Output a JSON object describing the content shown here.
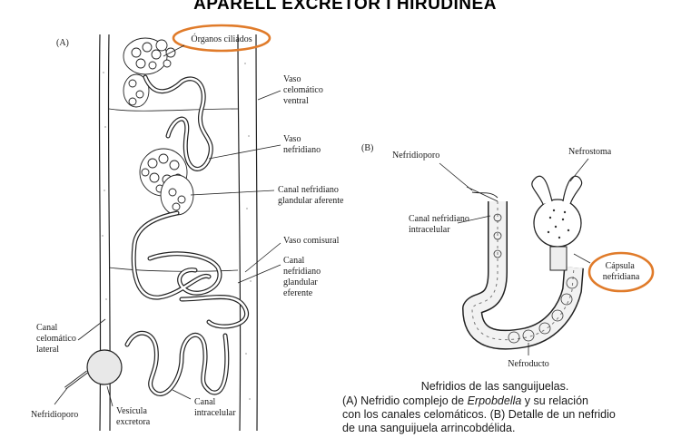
{
  "header": "APARELL EXCRETOR I HIRUDÍNEA",
  "panel_a": {
    "letter": "(A)",
    "labels": {
      "organos_ciliados": "Órganos ciliados",
      "vaso_celomatico_ventral": [
        "Vaso",
        "celomático",
        "ventral"
      ],
      "vaso_nefridiano": [
        "Vaso",
        "nefridiano"
      ],
      "canal_aferente": [
        "Canal nefridiano",
        "glandular aferente"
      ],
      "vaso_comisural": "Vaso comisural",
      "canal_eferente": [
        "Canal",
        "nefridiano",
        "glandular",
        "eferente"
      ],
      "canal_celomatico_lateral": [
        "Canal",
        "celomático",
        "lateral"
      ],
      "nefridioporo": "Nefridioporo",
      "vesicula_excretora": [
        "Vesícula",
        "excretora"
      ],
      "canal_intracelular": [
        "Canal",
        "intracelular"
      ]
    }
  },
  "panel_b": {
    "letter": "(B)",
    "labels": {
      "nefridioporo": "Nefridioporo",
      "nefrostoma": "Nefrostoma",
      "canal_intracelular": [
        "Canal nefridiano",
        "intracelular"
      ],
      "capsula_nefridiana": [
        "Cápsula",
        "nefridiana"
      ],
      "nefroducto": "Nefroducto"
    }
  },
  "caption": {
    "title": "Nefridios de las sanguijuelas.",
    "line1_pre": "(A) Nefridio complejo de ",
    "line1_italic": "Erpobdella",
    "line1_post": " y su relación",
    "line2": "con los canales celomáticos. (B) Detalle de un nefridio",
    "line3": "de una sanguijuela arrincobdélida."
  },
  "colors": {
    "highlight_ring": "#e07b2a",
    "ink": "#1a1a1a"
  }
}
